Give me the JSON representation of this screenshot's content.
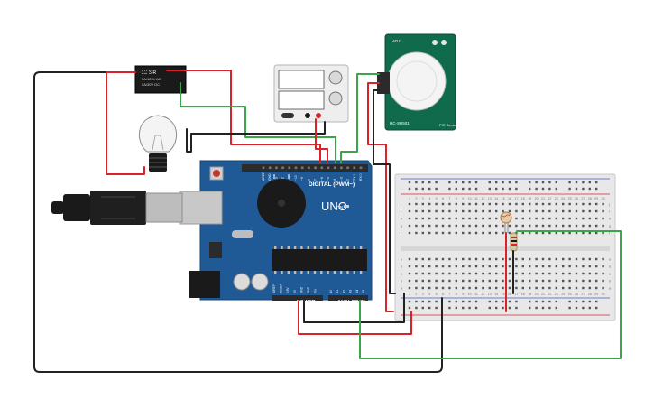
{
  "relay": {
    "title": "LU-5-R",
    "line1": "5A/125V AC",
    "line2": "5A/30V DC"
  },
  "arduino": {
    "logo": "UNO",
    "digital_label": "DIGITAL (PWM~)",
    "on_label": "ON",
    "power_label": "POWER",
    "analog_label": "ANALOG IN",
    "power_pins": [
      "IOREF",
      "RESET",
      "3.3V",
      "5V",
      "GND",
      "GND",
      "Vin"
    ],
    "analog_pins": [
      "A0",
      "A1",
      "A2",
      "A3",
      "A4",
      "A5"
    ],
    "digital_pins": [
      "AREF",
      "GND",
      "13",
      "12",
      "~11",
      "~10",
      "~9",
      "8",
      "7",
      "~6",
      "~5",
      "4",
      "~3",
      "2",
      "TX 1",
      "RX 0"
    ]
  },
  "pir": {
    "label_top": "HC-SR501",
    "label_side": "PIR Sensor",
    "label_bottom": "ADJ"
  },
  "breadboard": {
    "columns": [
      "1",
      "2",
      "3",
      "4",
      "5",
      "6",
      "7",
      "8",
      "9",
      "10",
      "11",
      "12",
      "13",
      "14",
      "15",
      "16",
      "17",
      "18",
      "19",
      "20",
      "21",
      "22",
      "23",
      "24",
      "25",
      "26",
      "27",
      "28",
      "29",
      "30"
    ],
    "rows_top": [
      "j",
      "i",
      "h",
      "g",
      "f"
    ],
    "rows_bottom": [
      "e",
      "d",
      "c",
      "b",
      "a"
    ]
  },
  "colors": {
    "wire_red": "#d8232a",
    "wire_green": "#3aa64a",
    "wire_black": "#222222",
    "arduino_blue": "#1f5a96",
    "breadboard": "#e6e6e6",
    "rail_red": "#d8232a",
    "rail_blue": "#3b5dbf"
  },
  "icons": {
    "bulb": "light-bulb-icon",
    "usb": "usb-cable-icon",
    "buzzer": "piezo-buzzer-icon",
    "photoresistor": "photoresistor-icon",
    "resistor": "resistor-icon"
  }
}
